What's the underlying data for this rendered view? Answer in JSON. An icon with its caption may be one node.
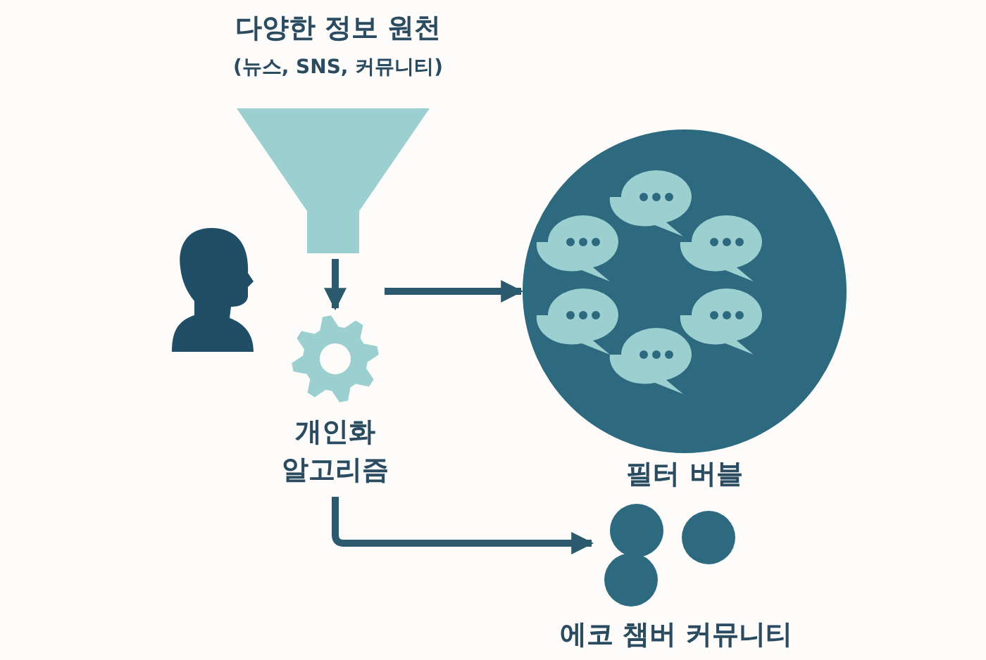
{
  "diagram": {
    "nodes": [
      {
        "text": [
          "다양한 정보 원천",
          "(뉴스, SNS, 커뮤니티)"
        ]
      },
      {
        "text": [
          "개인화 알고리즘"
        ]
      },
      {
        "text": [
          "필터 버블"
        ]
      },
      {
        "text": [
          "에코 챔버 커뮤니티"
        ]
      }
    ],
    "edges": [
      {
        "from": 0,
        "to": 1,
        "arrow": "to"
      },
      {
        "from": 1,
        "to": 2,
        "arrow": "to"
      },
      {
        "from": 1,
        "to": 3,
        "arrow": "to"
      }
    ]
  }
}
